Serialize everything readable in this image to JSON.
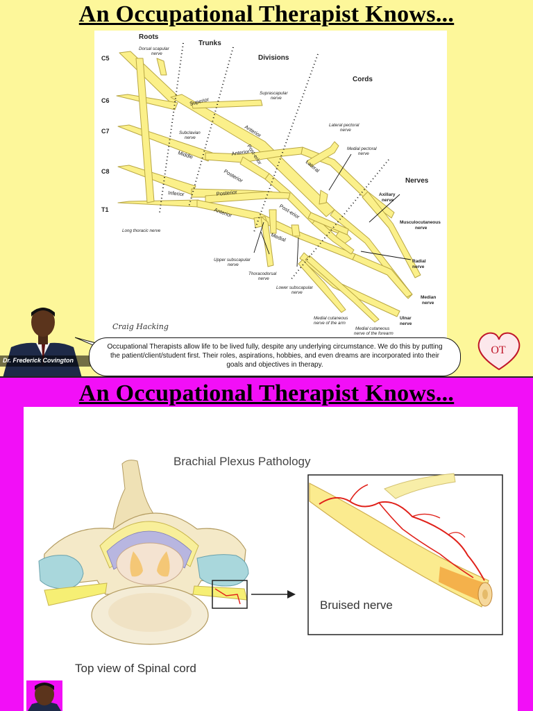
{
  "slide1": {
    "title": "An Occupational Therapist Knows...",
    "diagram": {
      "column_headings": {
        "roots": "Roots",
        "trunks": "Trunks",
        "divisions": "Divisions",
        "cords": "Cords",
        "nerves": "Nerves"
      },
      "roots": [
        "C5",
        "C6",
        "C7",
        "C8",
        "T1"
      ],
      "trunk_labels": {
        "superior": "Superior",
        "middle": "Middle",
        "inferior": "Inferior"
      },
      "division_labels": {
        "anterior_1": "Anterior",
        "posterior_1": "Post-erior",
        "anterior_2": "Anterior",
        "posterior_2": "Posterior",
        "posterior_3": "Posterior",
        "anterior_3": "Anterior"
      },
      "cord_labels": {
        "lateral": "Lateral",
        "posterior": "Post-erior",
        "medial": "Medial"
      },
      "branch_labels": {
        "dorsal_scapular_1": "Dorsal scapular",
        "dorsal_scapular_2": "nerve",
        "suprascapular_1": "Suprascapular",
        "suprascapular_2": "nerve",
        "subclavian_1": "Subclavian",
        "subclavian_2": "nerve",
        "lateral_pectoral_1": "Lateral pectoral",
        "lateral_pectoral_2": "nerve",
        "medial_pectoral_1": "Medial pectoral",
        "medial_pectoral_2": "nerve",
        "long_thoracic": "Long thoracic nerve",
        "upper_subscapular_1": "Upper subscapular",
        "upper_subscapular_2": "nerve",
        "thoracodorsal_1": "Thoracodorsal",
        "thoracodorsal_2": "nerve",
        "lower_subscapular_1": "Lower subscapular",
        "lower_subscapular_2": "nerve",
        "medial_cut_arm_1": "Medial cutaneous",
        "medial_cut_arm_2": "nerve of the arm",
        "medial_cut_forearm_1": "Medial cutaneous",
        "medial_cut_forearm_2": "nerve of the forearm"
      },
      "terminal_nerves": {
        "axillary_1": "Axillary",
        "axillary_2": "nerve",
        "musculocutaneous_1": "Musculocutaneous",
        "musculocutaneous_2": "nerve",
        "radial_1": "Radial",
        "radial_2": "nerve",
        "median_1": "Median",
        "median_2": "nerve",
        "ulnar_1": "Ulnar",
        "ulnar_2": "nerve"
      },
      "signature": "Craig Hacking"
    },
    "presenter_caption": "Dr. Frederick Covington",
    "speech_bubble": "Occupational Therapists allow life to be lived fully, despite any underlying circumstance.  We do this by putting the patient/client/student first.  Their roles, aspirations, hobbies, and even dreams are incorporated into their goals and objectives in therapy.",
    "heart_badge": "OT"
  },
  "slide2": {
    "title": "An Occupational Therapist Knows...",
    "figure_title": "Brachial Plexus Pathology",
    "inset_label": "Bruised nerve",
    "caption": "Top view of Spinal cord"
  },
  "colors": {
    "slide1_background": "#fdf79a",
    "slide2_background": "#f20ff7",
    "nerve_fill": "#fbf08a",
    "nerve_outline": "#b8a642",
    "bruise_red": "#e0211a"
  }
}
